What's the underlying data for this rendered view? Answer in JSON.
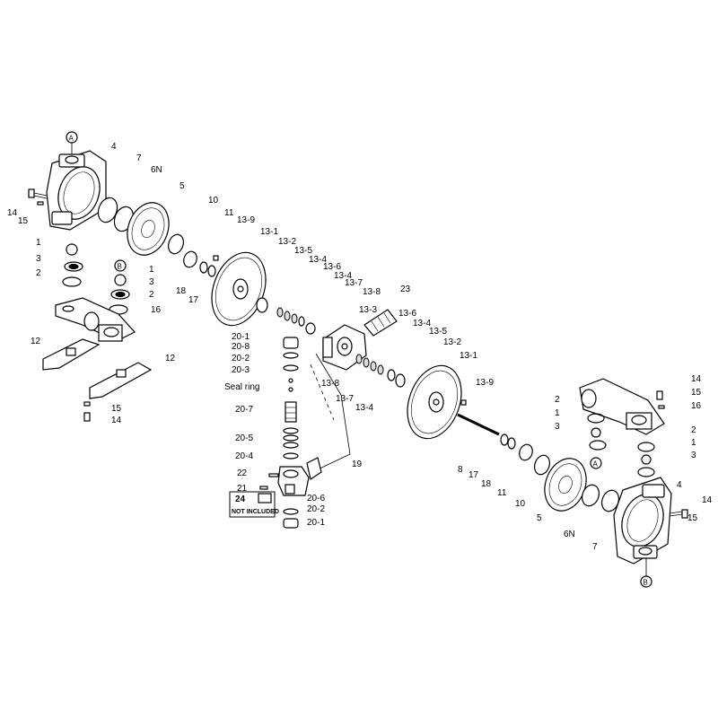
{
  "diagram": {
    "callouts": {
      "lA_top": "A",
      "lA_mid": "A",
      "lB_left": "B",
      "lB_bottom": "B"
    },
    "labels": {
      "l4_top": "4",
      "l7_top": "7",
      "l6N_top": "6N",
      "l5_top": "5",
      "l10_top": "10",
      "l11_top": "11",
      "l13_9_top": "13-9",
      "l14_left": "14",
      "l15_left": "15",
      "l1_a": "1",
      "l3_a": "3",
      "l2_a": "2",
      "l1_b": "1",
      "l3_b": "3",
      "l2_b": "2",
      "l16_left": "16",
      "l18_left": "18",
      "l17_left": "17",
      "l12_left": "12",
      "l12_left2": "12",
      "l15_left2": "15",
      "l14_left2": "14",
      "l13_1_top": "13-1",
      "l13_2_top": "13-2",
      "l13_5_top": "13-5",
      "l13_4_top": "13-4",
      "l13_6_top": "13-6",
      "l13_4_top2": "13-4",
      "l13_7_top": "13-7",
      "l13_8_top": "13-8",
      "l23": "23",
      "l13_3": "13-3",
      "l13_6_r": "13-6",
      "l13_4_r": "13-4",
      "l13_5_r": "13-5",
      "l13_2_r": "13-2",
      "l13_1_r": "13-1",
      "l13_9_r": "13-9",
      "l13_8_b": "13-8",
      "l13_7_b": "13-7",
      "l13_4_b": "13-4",
      "l20_1_t": "20-1",
      "l20_8": "20-8",
      "l20_2_t": "20-2",
      "l20_3": "20-3",
      "lseal": "Seal ring",
      "l20_7": "20-7",
      "l20_5": "20-5",
      "l20_4": "20-4",
      "l22": "22",
      "l21": "21",
      "l24": "24",
      "lnot": "NOT INCLUDED",
      "l20_6": "20-6",
      "l20_2_b": "20-2",
      "l20_1_b": "20-1",
      "l19": "19",
      "l8_r": "8",
      "l17_r": "17",
      "l18_r": "18",
      "l11_r": "11",
      "l10_r": "10",
      "l5_r": "5",
      "l6N_r": "6N",
      "l7_r": "7",
      "l14_r": "14",
      "l15_r": "15",
      "l16_r": "16",
      "l2_r": "2",
      "l1_r": "1",
      "l3_r": "3",
      "l2_r2": "2",
      "l1_r2": "1",
      "l3_r2": "3",
      "l4_r": "4",
      "l15_r2": "15",
      "l14_r2": "14"
    }
  }
}
